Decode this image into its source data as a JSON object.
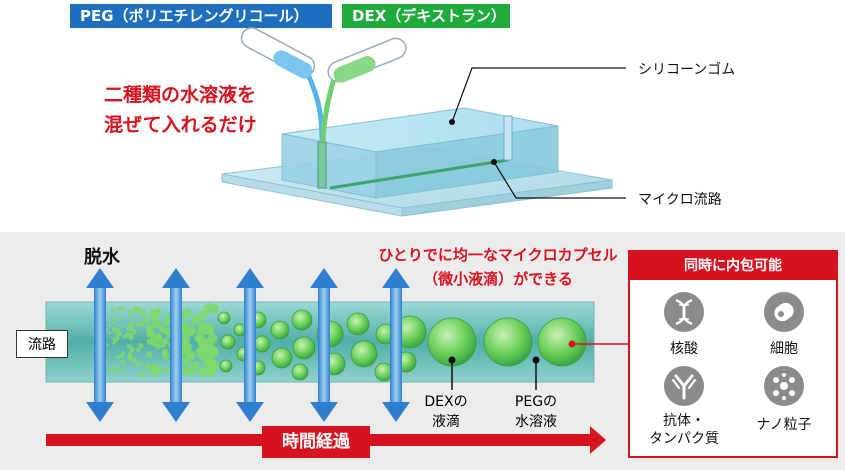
{
  "top": {
    "peg_tag": "PEG（ポリエチレングリコール）",
    "dex_tag": "DEX（デキストラン）",
    "mix_line1": "二種類の水溶液を",
    "mix_line2": "混ぜて入れるだけ",
    "silicone_label": "シリコーンゴム",
    "microchannel_label": "マイクロ流路"
  },
  "bottom": {
    "dehydration": "脱水",
    "capsule_line1": "ひとりでに均一なマイクロカプセル",
    "capsule_line2": "（微小液滴）ができる",
    "channel_label": "流路",
    "dex_drop_line1": "DEXの",
    "dex_drop_line2": "液滴",
    "peg_solution_line1": "PEGの",
    "peg_solution_line2": "水溶液",
    "time_label": "時間経過"
  },
  "panel": {
    "title": "同時に内包可能",
    "items": [
      {
        "label": "核酸",
        "icon": "dna-icon"
      },
      {
        "label": "細胞",
        "icon": "cell-icon"
      },
      {
        "label_line1": "抗体・",
        "label_line2": "タンパク質",
        "icon": "antibody-icon"
      },
      {
        "label": "ナノ粒子",
        "icon": "nanoparticle-icon"
      }
    ]
  },
  "colors": {
    "accent_red": "#d7131f",
    "peg_blue": "#1e6fc0",
    "dex_green": "#1faa3c",
    "droplet_green": "#7fd86a",
    "icon_gray": "#8b8b8b"
  }
}
